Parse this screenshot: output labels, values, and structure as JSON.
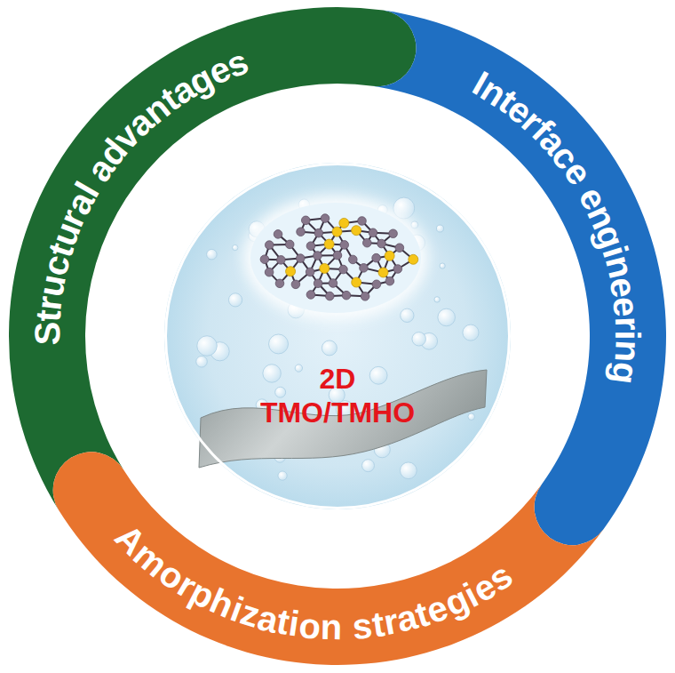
{
  "diagram": {
    "nodes": [
      {
        "text": [
          "Structural advantages"
        ]
      },
      {
        "text": [
          "Interface engineering"
        ]
      },
      {
        "text": [
          "Amorphization strategies"
        ]
      },
      {
        "text": [
          "2D TMO/TMHO"
        ]
      }
    ]
  }
}
